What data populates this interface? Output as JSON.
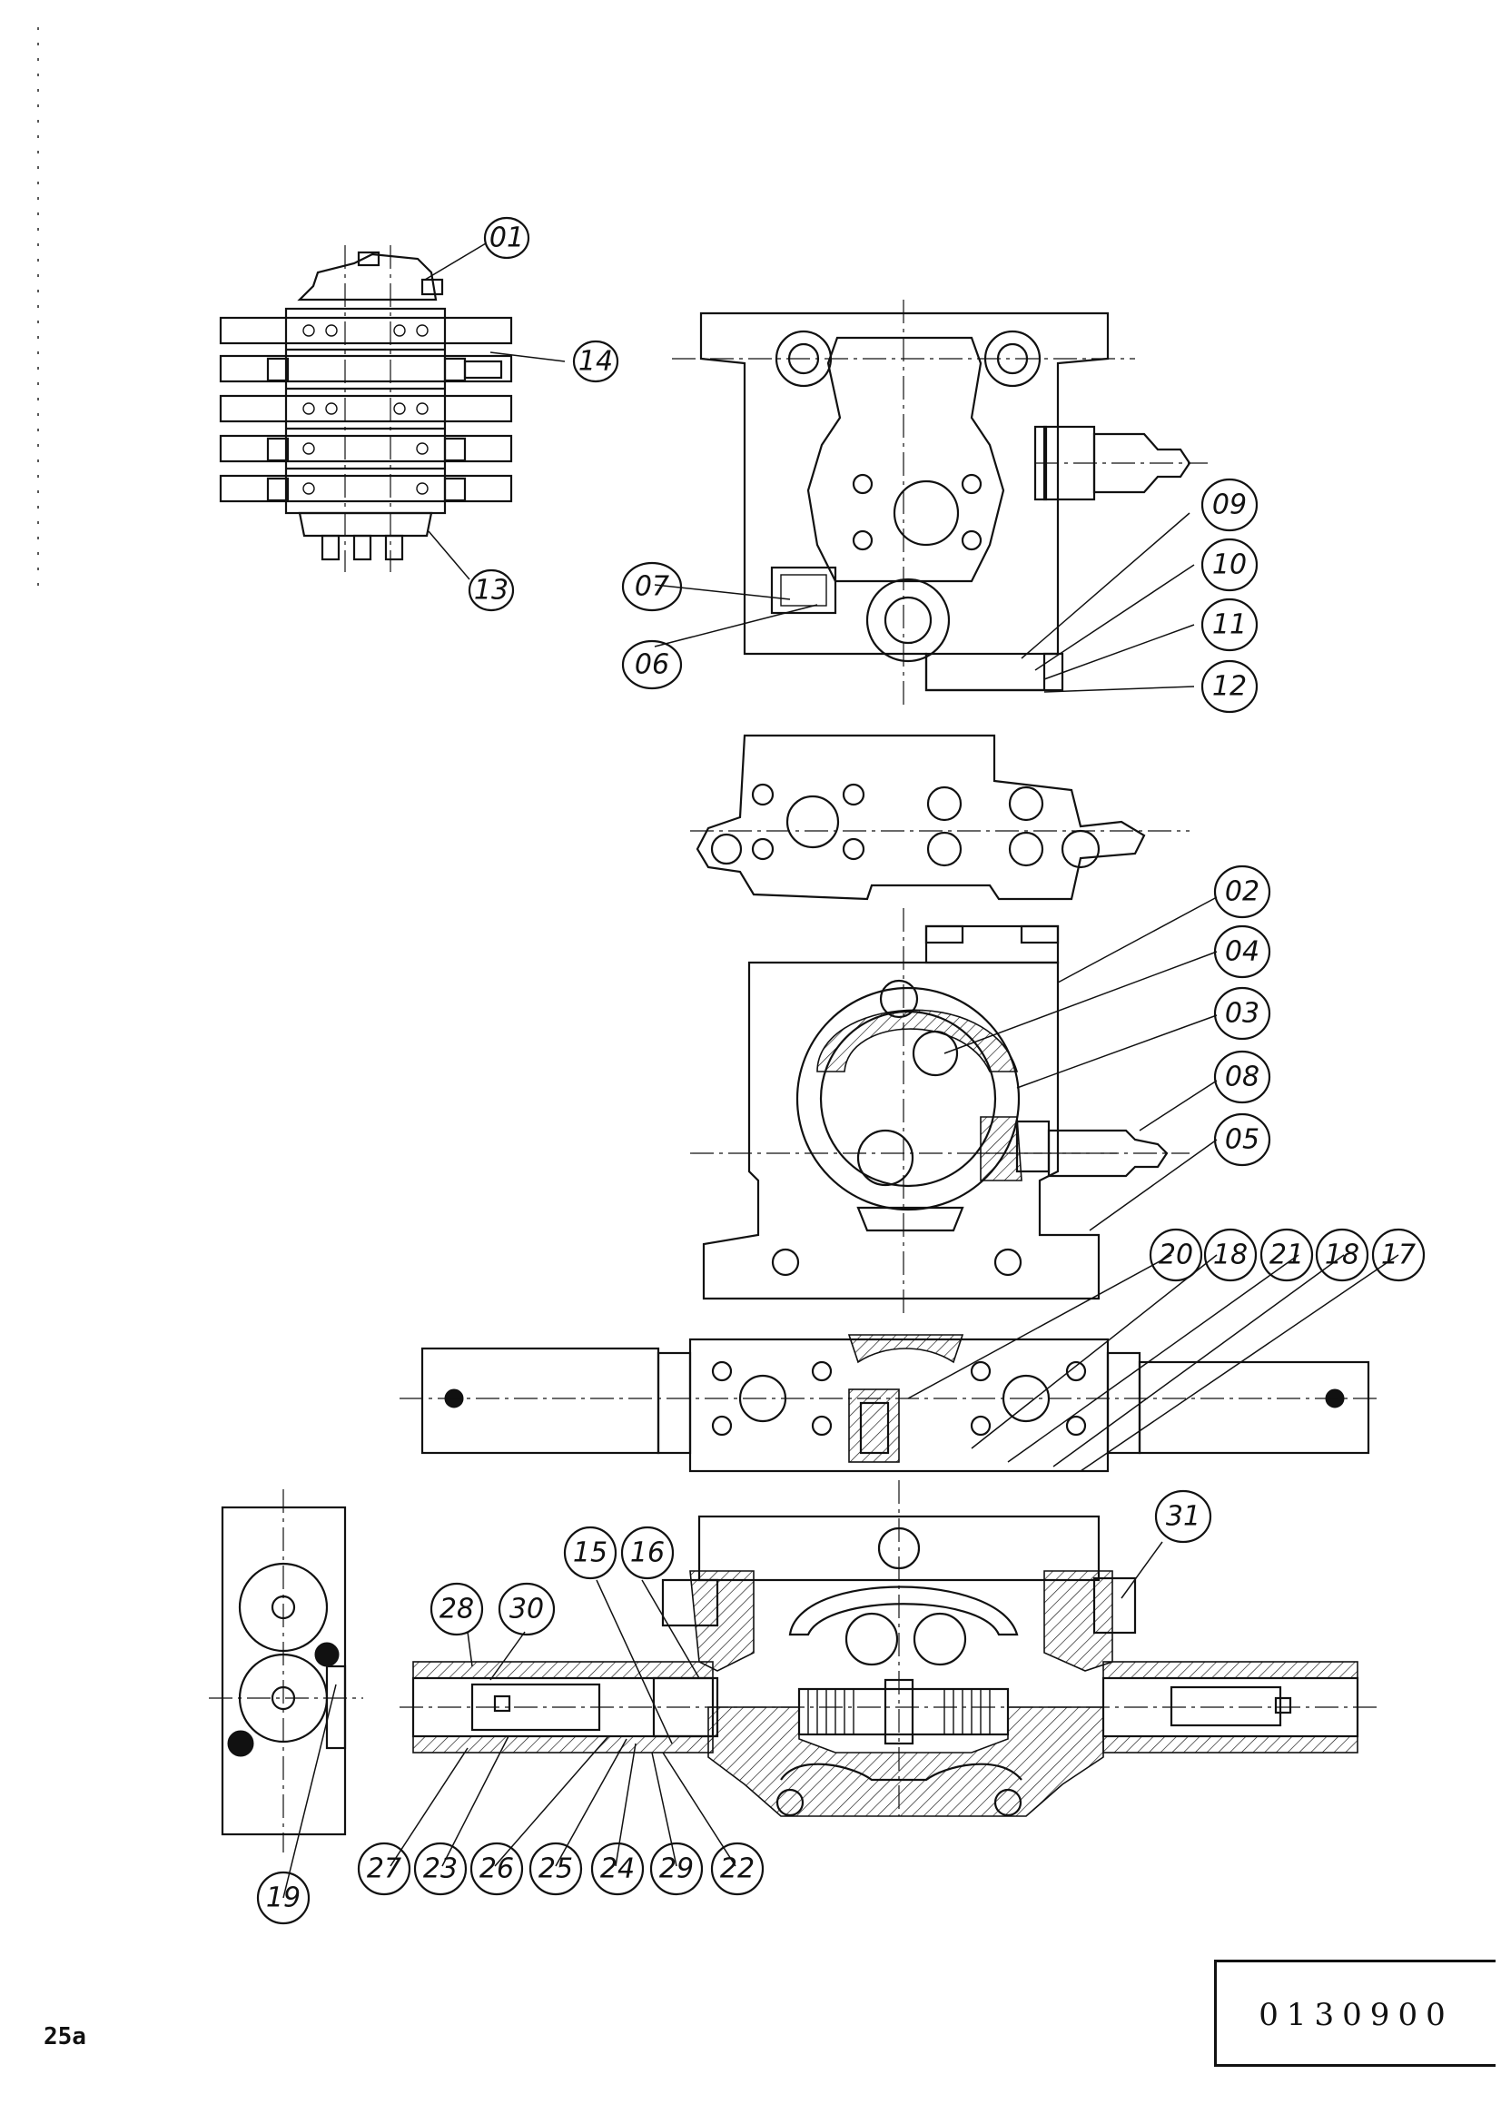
{
  "callouts": [
    {
      "id": "01",
      "label": "01"
    },
    {
      "id": "14",
      "label": "14"
    },
    {
      "id": "13",
      "label": "13"
    },
    {
      "id": "07",
      "label": "07"
    },
    {
      "id": "06",
      "label": "06"
    },
    {
      "id": "09",
      "label": "09"
    },
    {
      "id": "10",
      "label": "10"
    },
    {
      "id": "11",
      "label": "11"
    },
    {
      "id": "12",
      "label": "12"
    },
    {
      "id": "02",
      "label": "02"
    },
    {
      "id": "04",
      "label": "04"
    },
    {
      "id": "03",
      "label": "03"
    },
    {
      "id": "08",
      "label": "08"
    },
    {
      "id": "05",
      "label": "05"
    },
    {
      "id": "20",
      "label": "20"
    },
    {
      "id": "18a",
      "label": "18"
    },
    {
      "id": "21",
      "label": "21"
    },
    {
      "id": "18b",
      "label": "18"
    },
    {
      "id": "17",
      "label": "17"
    },
    {
      "id": "31",
      "label": "31"
    },
    {
      "id": "15",
      "label": "15"
    },
    {
      "id": "16",
      "label": "16"
    },
    {
      "id": "28",
      "label": "28"
    },
    {
      "id": "30",
      "label": "30"
    },
    {
      "id": "27",
      "label": "27"
    },
    {
      "id": "23",
      "label": "23"
    },
    {
      "id": "26",
      "label": "26"
    },
    {
      "id": "25",
      "label": "25"
    },
    {
      "id": "24",
      "label": "24"
    },
    {
      "id": "29",
      "label": "29"
    },
    {
      "id": "22",
      "label": "22"
    },
    {
      "id": "19",
      "label": "19"
    }
  ],
  "page_number": "25a",
  "drawing_number": "0130900"
}
